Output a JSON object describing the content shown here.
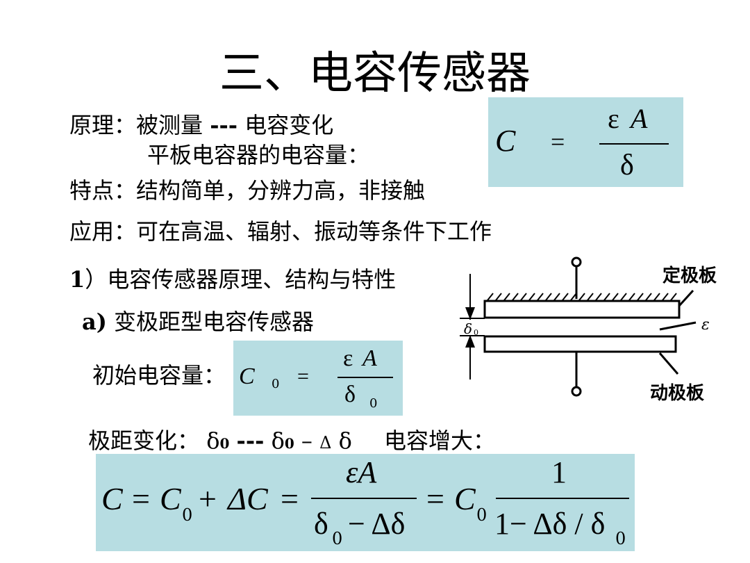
{
  "title": "三、电容传感器",
  "principle": {
    "label": "原理：",
    "text1": "被测量",
    "dashes": "---",
    "text2": "电容变化",
    "line2": "平板电容器的电容量："
  },
  "features": "特点：结构简单，分辨力高，非接触",
  "applications": "应用：可在高温、辐射、振动等条件下工作",
  "section1": {
    "num": "1",
    "text": "）电容传感器原理、结构与特性"
  },
  "sub_a": {
    "label": "a)",
    "text": "变极距型电容传感器"
  },
  "initial_label": "初始电容量：",
  "change": {
    "label": "极距变化：",
    "d0a": "δ",
    "zero_a": "0",
    "dashes": "---",
    "d0b": "δ",
    "zero_b": "0",
    "minus": "–",
    "delta": "Δ",
    "d": "δ",
    "increase": "电容增大："
  },
  "formula1": {
    "C": "C",
    "eq": "=",
    "eps": "ε",
    "A": "A",
    "den": "δ"
  },
  "formula2": {
    "C": "C",
    "sub0": "0",
    "eq": "=",
    "eps": "ε",
    "A": "A",
    "den": "δ",
    "den_sub": "0"
  },
  "formula3": {
    "lhs_C": "C",
    "eq1": "=",
    "C0": "C",
    "C0_sub": "0",
    "plus": "+",
    "dC": "ΔC",
    "eq2": "=",
    "num1": "εA",
    "den1_d": "δ",
    "den1_sub": "0",
    "den1_rest": " − Δδ",
    "eq3": "=",
    "C0b": "C",
    "C0b_sub": "0",
    "num2": "1",
    "den2": "1− Δδ / δ",
    "den2_sub": "0"
  },
  "diagram": {
    "fixed_plate": "定极板",
    "moving_plate": "动极板",
    "epsilon": "ε",
    "delta0": "δ",
    "delta0_sub": "0"
  }
}
